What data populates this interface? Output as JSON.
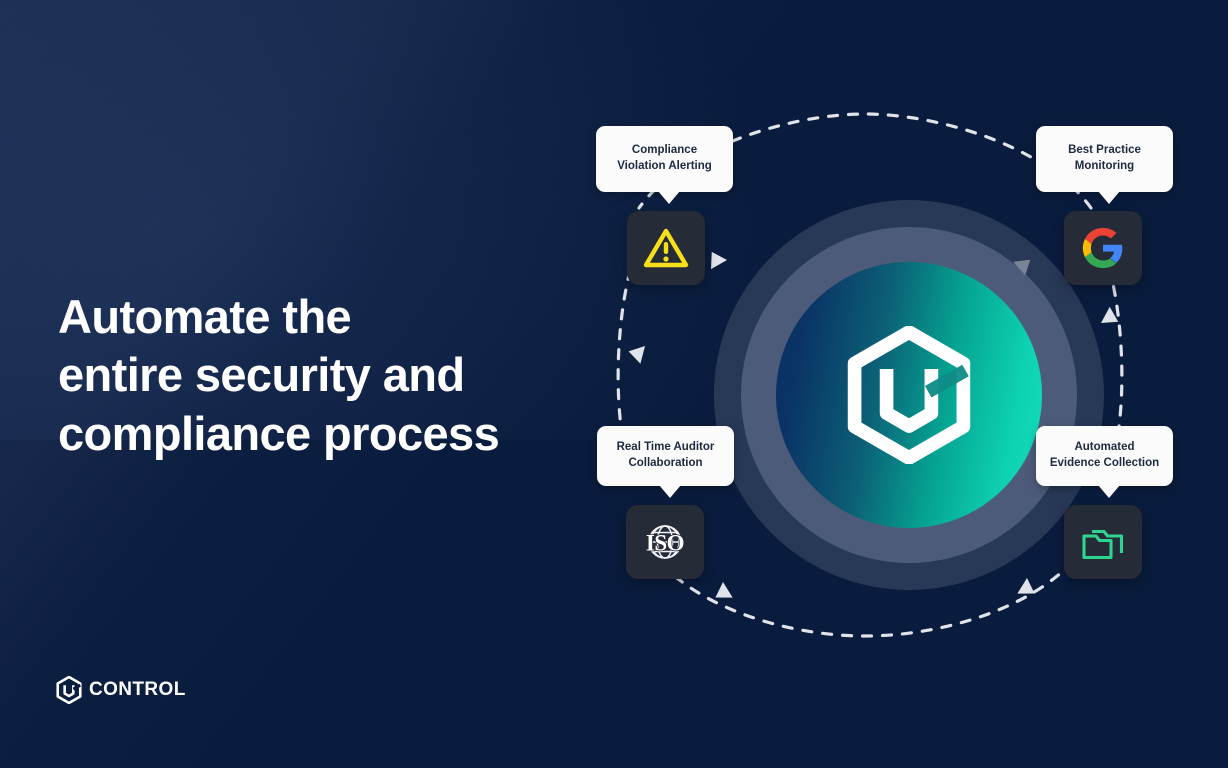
{
  "page": {
    "background_color": "#0a1c3d",
    "accent_teal": "#0ed3b2",
    "accent_blue": "#0c2d63"
  },
  "headline": {
    "line1": "Automate the",
    "line2": "entire security and",
    "line3": "compliance process",
    "color": "#ffffff"
  },
  "brand": {
    "name": "CONTROL",
    "mark": "hexagon-monogram-logo"
  },
  "center": {
    "logo_icon": "hexagon-monogram-logo",
    "gradient_from": "#0c2d63",
    "gradient_to": "#17dcb9",
    "ring_outer_color": "#3b4a68",
    "ring_inner_color": "#5b6a88"
  },
  "nodes": [
    {
      "id": "compliance-violation-alerting",
      "label_line1": "Compliance",
      "label_line2": "Violation Alerting",
      "icon": "warning-triangle-icon",
      "icon_color": "#f7e019",
      "tile_color": "#262b38",
      "position": "top-left"
    },
    {
      "id": "best-practice-monitoring",
      "label_line1": "Best Practice",
      "label_line2": "Monitoring",
      "icon": "google-logo-icon",
      "icon_color": "#4285f4",
      "tile_color": "#262b38",
      "position": "top-right"
    },
    {
      "id": "real-time-auditor-collaboration",
      "label_line1": "Real Time Auditor",
      "label_line2": "Collaboration",
      "icon": "iso-globe-icon",
      "icon_color": "#ffffff",
      "tile_color": "#262b38",
      "position": "bottom-left"
    },
    {
      "id": "automated-evidence-collection",
      "label_line1": "Automated",
      "label_line2": "Evidence Collection",
      "icon": "folders-icon",
      "icon_color": "#2fd48f",
      "tile_color": "#262b38",
      "position": "bottom-right"
    }
  ],
  "flow": {
    "style": "dashed-arc-arrows",
    "direction": "counterclockwise",
    "color": "#dfe3ea"
  }
}
